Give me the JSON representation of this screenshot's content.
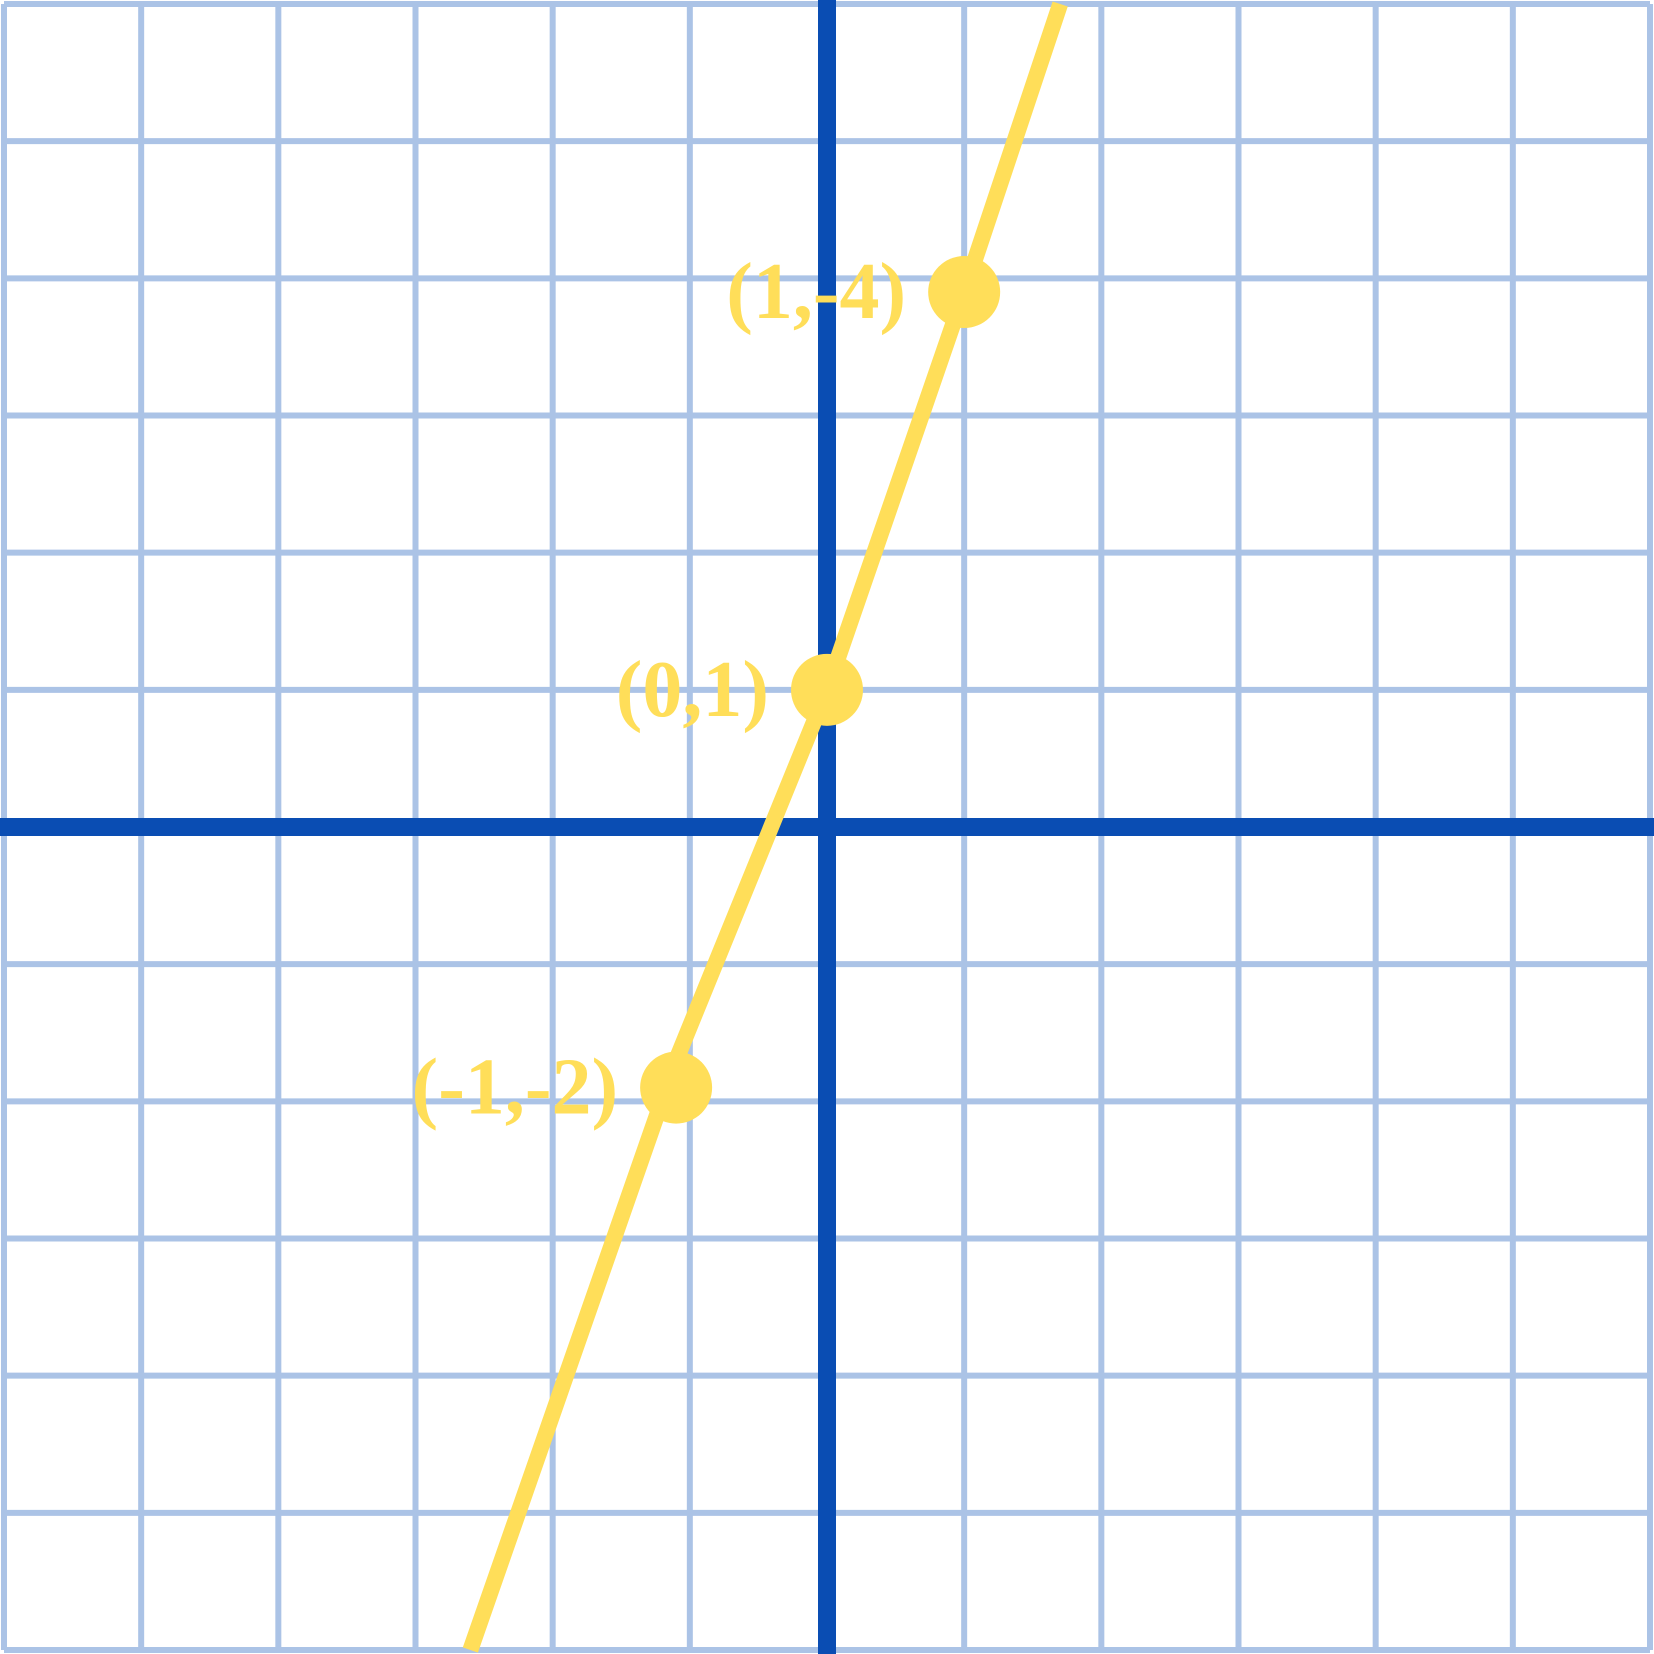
{
  "chart_data": {
    "type": "line",
    "title": "",
    "xlabel": "",
    "ylabel": "",
    "grid": true,
    "xlim": [
      -6,
      6
    ],
    "ylim": [
      -6,
      6
    ],
    "line_color": "#ffde59",
    "axis_color": "#0a4db3",
    "grid_color": "#abc3e6",
    "line_segments": [
      {
        "x": [
          -2.6,
          -1.1,
          0.0,
          1.0,
          1.7
        ],
        "y": [
          -6.0,
          -1.7,
          1.0,
          3.9,
          6.0
        ]
      }
    ],
    "points": [
      {
        "x": 1.0,
        "y": 3.9,
        "label": "(1,-4)"
      },
      {
        "x": 0.0,
        "y": 1.0,
        "label": "(0,1)"
      },
      {
        "x": -1.1,
        "y": -1.9,
        "label": "(-1,-2)"
      }
    ]
  }
}
